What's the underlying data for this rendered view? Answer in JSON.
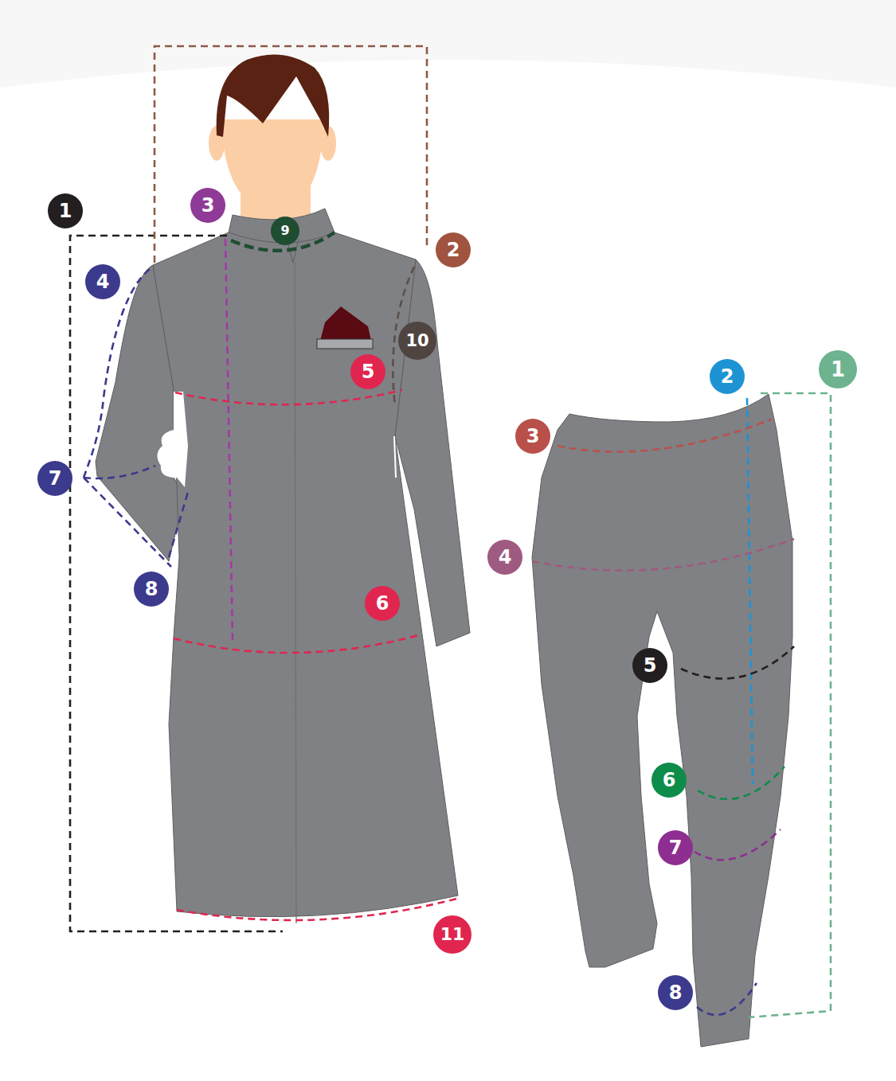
{
  "diagram": {
    "labels": [
      "1",
      "3",
      "9",
      "2",
      "4",
      "10",
      "5",
      "7",
      "8",
      "6",
      "11",
      "2",
      "1",
      "3",
      "4",
      "5",
      "6",
      "7",
      "8"
    ]
  }
}
